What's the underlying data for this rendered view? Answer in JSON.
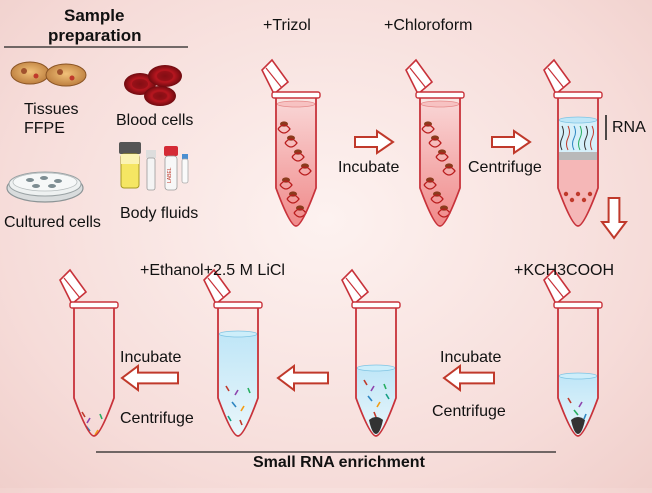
{
  "sample_preparation": {
    "title_line1": "Sample",
    "title_line2": "preparation",
    "sources": [
      {
        "label": "Tissues\nFFPE",
        "label_line1": "Tissues",
        "label_line2": "FFPE",
        "icon": "tissue-icon"
      },
      {
        "label": "Blood cells",
        "icon": "blood-cells-icon"
      },
      {
        "label": "Cultured cells",
        "icon": "petri-dish-icon"
      },
      {
        "label": "Body fluids",
        "icon": "sample-tubes-icon"
      }
    ]
  },
  "reagents": {
    "trizol": "+Trizol",
    "chloroform": "+Chloroform",
    "rna": "RNA",
    "kch3cooh": "+KCH3COOH",
    "ethanol_licl": "+Ethanol+2.5 M LiCl"
  },
  "steps": {
    "incubate_1": "Incubate",
    "centrifuge_1": "Centrifuge",
    "incubate_2": "Incubate",
    "centrifuge_2": "Centrifuge",
    "incubate_3": "Incubate",
    "centrifuge_3": "Centrifuge"
  },
  "footer": "Small RNA enrichment",
  "colors": {
    "tube_outline": "#c8323a",
    "arrow_outline": "#c0392b",
    "arrow_fill": "#ffffff",
    "liquid_red": "#f2a6a6",
    "liquid_blue": "#a7d9f0",
    "background": "#f7e1de"
  }
}
